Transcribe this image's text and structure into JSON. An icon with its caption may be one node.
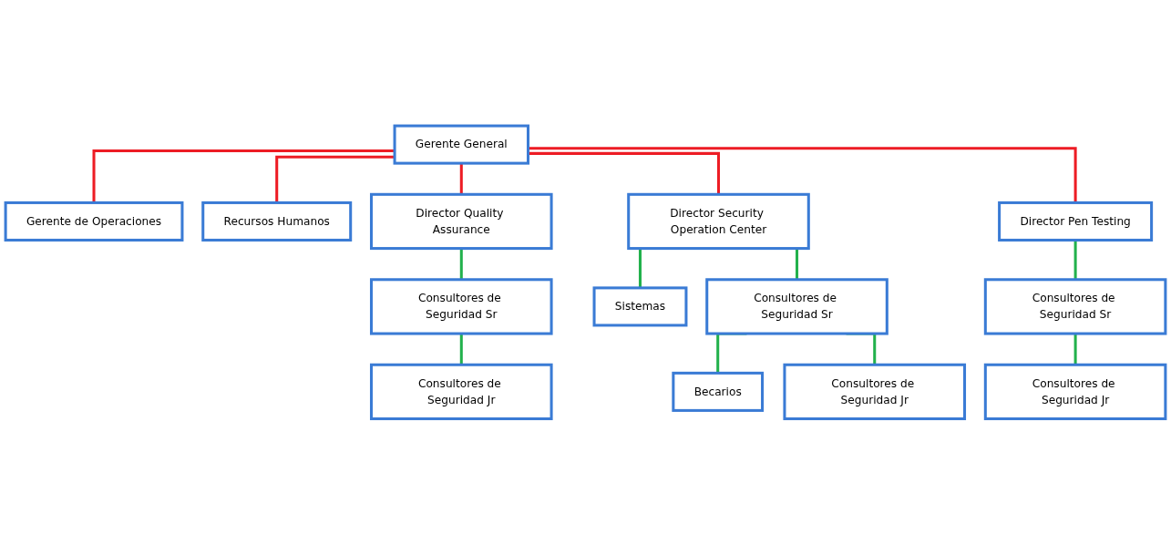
{
  "diagram": {
    "nodes": [
      {
        "text": [
          "Gerente General"
        ]
      },
      {
        "text": [
          "Gerente de Operaciones"
        ]
      },
      {
        "text": [
          "Recursos Humanos"
        ]
      },
      {
        "text": [
          "Director Quality Assurance"
        ]
      },
      {
        "text": [
          "Sistemas"
        ]
      },
      {
        "text": [
          "Director Security Operation Center"
        ]
      },
      {
        "text": [
          "Director Pen Testing"
        ]
      },
      {
        "text": [
          "Consultores de Seguridad Sr"
        ]
      },
      {
        "text": [
          "Consultores de Seguridad Sr"
        ]
      },
      {
        "text": [
          "Consultores de Seguridad Sr"
        ]
      },
      {
        "text": [
          "Becarios"
        ]
      },
      {
        "text": [
          "Consultores de Seguridad Jr"
        ]
      },
      {
        "text": [
          "Consultores de Seguridad Jr"
        ]
      },
      {
        "text": [
          "Consultores de Seguridad Jr"
        ]
      }
    ],
    "edges": [
      {
        "from": 0,
        "to": 1,
        "arrow": "none",
        "color": "#ed1c24"
      },
      {
        "from": 0,
        "to": 2,
        "arrow": "none",
        "color": "#ed1c24"
      },
      {
        "from": 0,
        "to": 3,
        "arrow": "none",
        "color": "#ed1c24"
      },
      {
        "from": 0,
        "to": 5,
        "arrow": "none",
        "color": "#ed1c24"
      },
      {
        "from": 0,
        "to": 6,
        "arrow": "none",
        "color": "#ed1c24"
      },
      {
        "from": 5,
        "to": 4,
        "arrow": "none"
      },
      {
        "from": 3,
        "to": 7,
        "arrow": "none"
      },
      {
        "from": 7,
        "to": 11,
        "arrow": "none"
      },
      {
        "from": 5,
        "to": 8,
        "arrow": "none"
      },
      {
        "from": 8,
        "to": 10,
        "arrow": "none"
      },
      {
        "from": 8,
        "to": 12,
        "arrow": "none"
      },
      {
        "from": 6,
        "to": 9,
        "arrow": "none"
      },
      {
        "from": 9,
        "to": 13,
        "arrow": "none"
      }
    ]
  }
}
